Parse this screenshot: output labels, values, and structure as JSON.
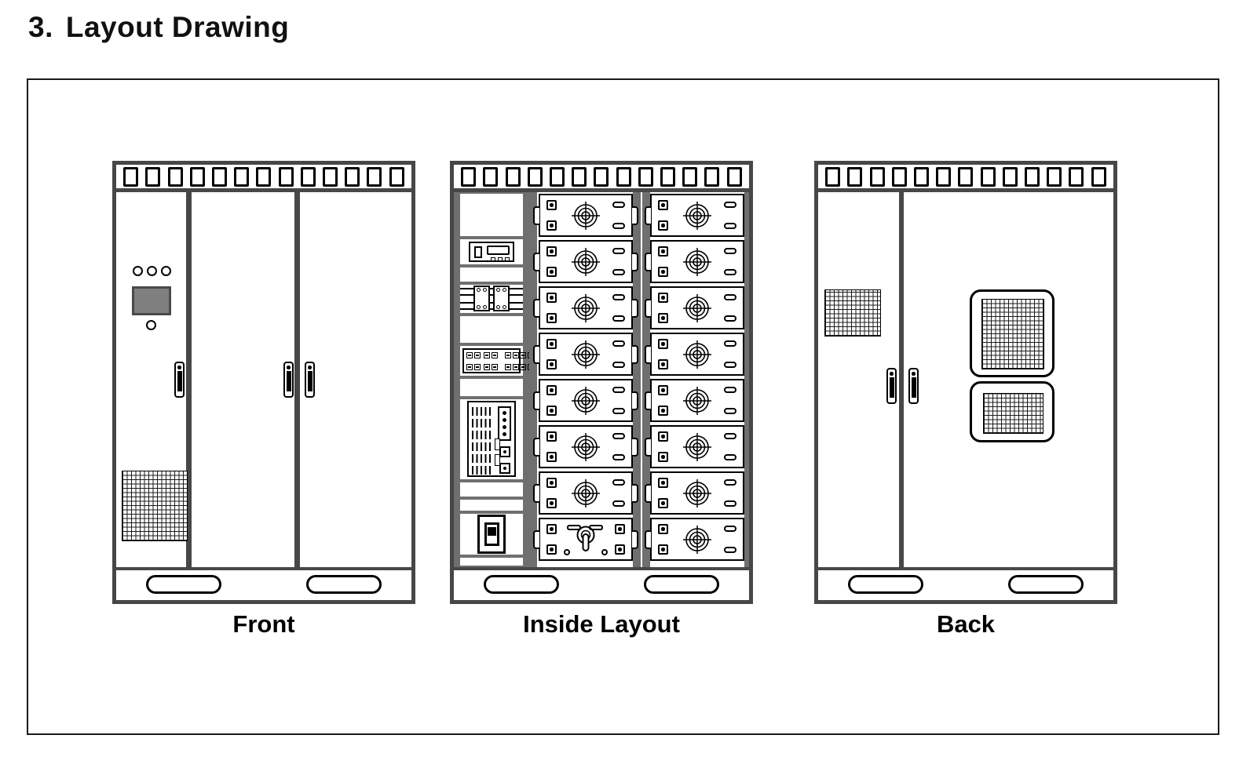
{
  "page": {
    "heading_number": "3.",
    "heading_title": "Layout Drawing"
  },
  "cabinet": {
    "vent_slots": 13,
    "base_slots": 2
  },
  "figure": {
    "front": {
      "label": "Front",
      "doors": 3,
      "indicator_lights": 3,
      "components": [
        "indicator-lights",
        "display-screen",
        "round-button",
        "door-handles",
        "ventilation-grille"
      ]
    },
    "inside": {
      "label": "Inside Layout",
      "left_column_battery_modules": 7,
      "right_column_battery_modules": 8,
      "control_column_components": [
        "control-display-unit",
        "circuit-breakers",
        "terminal-block",
        "power-supply-unit",
        "main-switch"
      ],
      "bottom_left_module": "control-switch-module"
    },
    "back": {
      "label": "Back",
      "doors": 2,
      "components": [
        "ventilation-grille",
        "door-handles",
        "air-conditioner-upper",
        "air-conditioner-lower"
      ]
    }
  },
  "colors": {
    "paper": "#ffffff",
    "frame": "#474747",
    "rail": "#6f6f6f",
    "screen": "#7f7f7f",
    "line": "#000000"
  }
}
